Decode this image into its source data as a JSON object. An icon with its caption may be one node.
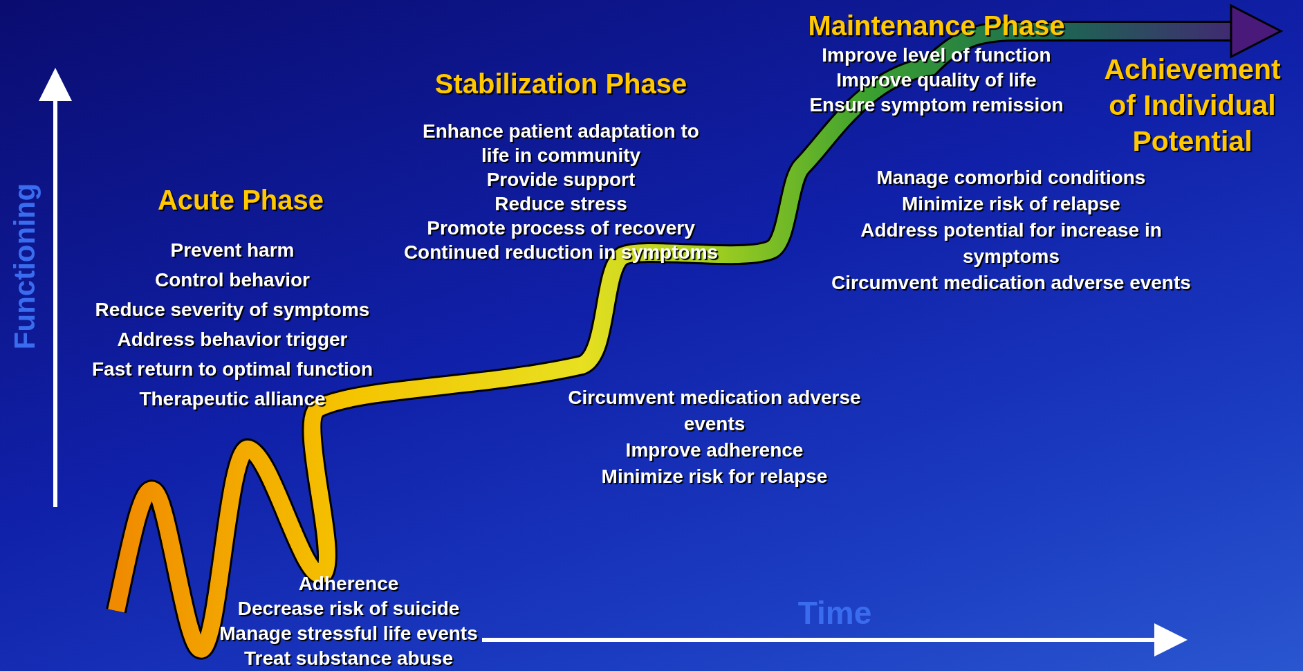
{
  "diagram": {
    "labels": [
      "Maintenance Phase",
      "Improve level of function",
      "Improve quality of life",
      "Ensure symptom remission",
      "Achievement of Individual Potential",
      "Stabilization Phase",
      "Enhance patient adaptation to life in community",
      "Provide support",
      "Reduce stress",
      "Promote process of recovery",
      "Continued reduction in symptoms",
      "Functioning",
      "Acute Phase",
      "Prevent harm",
      "Control behavior",
      "Reduce severity of symptoms",
      "Address behavior trigger",
      "Fast return to optimal function",
      "Therapeutic alliance",
      "Manage comorbid conditions",
      "Minimize risk of relapse",
      "Address potential for increase in symptoms",
      "Circumvent medication adverse events",
      "Circumvent medication adverse events",
      "Improve adherence",
      "Minimize risk for relapse",
      "Time",
      "Adherence",
      "Decrease risk of suicide",
      "Manage stressful life events",
      "Treat substance abuse"
    ]
  }
}
